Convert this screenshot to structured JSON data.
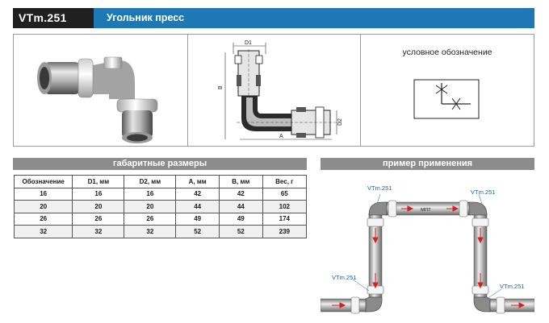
{
  "header": {
    "code": "VTm.251",
    "title": "Угольник пресс"
  },
  "symbol": {
    "caption": "условное обозначение"
  },
  "drawing": {
    "dim_d1": "D1",
    "dim_d2": "D2",
    "dim_a": "A",
    "dim_b": "B"
  },
  "dimensions": {
    "title": "габаритные размеры",
    "headers": [
      "Обозначение",
      "D1, мм",
      "D2, мм",
      "A, мм",
      "B, мм",
      "Вес, г"
    ],
    "rows": [
      [
        "16",
        "16",
        "16",
        "42",
        "42",
        "65"
      ],
      [
        "20",
        "20",
        "20",
        "44",
        "44",
        "102"
      ],
      [
        "26",
        "26",
        "26",
        "49",
        "49",
        "174"
      ],
      [
        "32",
        "32",
        "32",
        "52",
        "52",
        "239"
      ]
    ]
  },
  "example": {
    "title": "пример применения",
    "labels": [
      "VTm.251",
      "VTm.251",
      "VTm.251",
      "VTm.251"
    ],
    "pipe_label": "мпт"
  },
  "colors": {
    "header_blue": "#1f78b4",
    "code_black": "#202020",
    "section_gray": "#8c8c8c",
    "flow_red": "#d62020",
    "label_blue": "#1f5fa0"
  }
}
